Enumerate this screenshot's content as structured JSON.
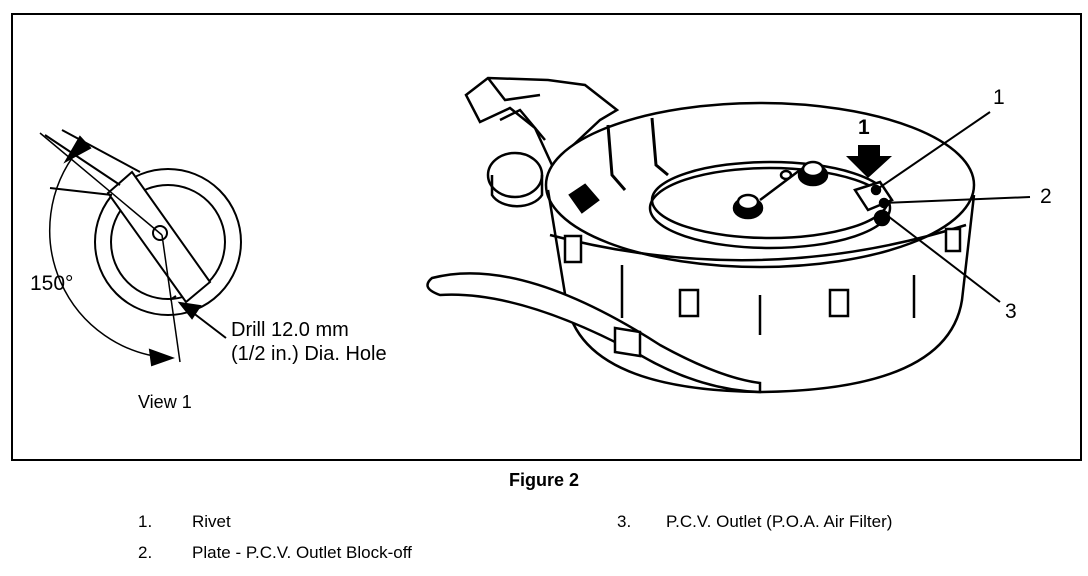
{
  "view": {
    "angle_label": "150°",
    "drill_line1": "Drill 12.0 mm",
    "drill_line2": "(1/2 in.) Dia. Hole",
    "title": "View 1"
  },
  "callouts": {
    "arrow_number": "1",
    "c1": "1",
    "c2": "2",
    "c3": "3"
  },
  "caption": "Figure 2",
  "legend": [
    {
      "num": "1.",
      "text": "Rivet"
    },
    {
      "num": "2.",
      "text": "Plate - P.C.V. Outlet Block-off"
    },
    {
      "num": "3.",
      "text": "P.C.V. Outlet (P.O.A. Air Filter)"
    }
  ]
}
